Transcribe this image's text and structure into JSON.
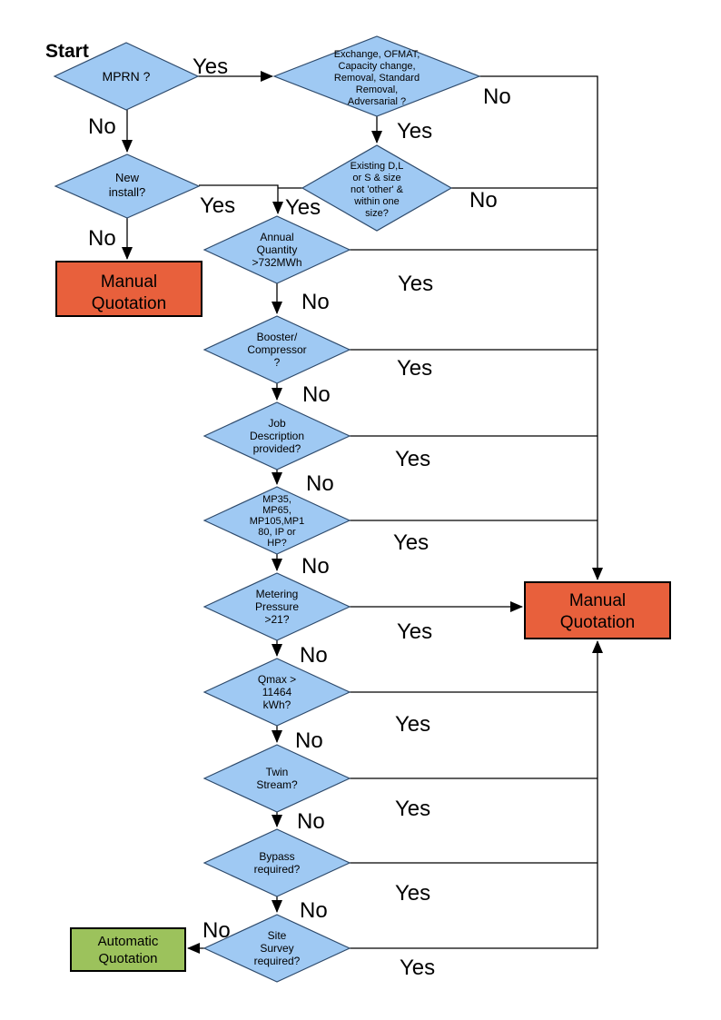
{
  "start_label": "Start",
  "colors": {
    "decision_fill": "#9FC9F3",
    "decision_border": "#2E4A6B",
    "manual_quotation_fill": "#E8603C",
    "automatic_quotation_fill": "#9CC25C",
    "line": "#000000",
    "text": "#000000"
  },
  "decisions": {
    "mprn": {
      "lines": [
        "MPRN ?"
      ]
    },
    "exchange": {
      "lines": [
        "Exchange, OFMAT,",
        "Capacity change,",
        "Removal, Standard",
        "Removal,",
        "Adversarial ?"
      ]
    },
    "new_install": {
      "lines": [
        "New",
        "install?"
      ]
    },
    "existing": {
      "lines": [
        "Existing D,L",
        "or S & size",
        "not 'other' &",
        "within one",
        "size?"
      ]
    },
    "annual": {
      "lines": [
        "Annual",
        "Quantity",
        ">732MWh"
      ]
    },
    "booster": {
      "lines": [
        "Booster/",
        "Compressor",
        "?"
      ]
    },
    "job": {
      "lines": [
        "Job",
        "Description",
        "provided?"
      ]
    },
    "meter_type": {
      "lines": [
        "MP35,",
        "MP65,",
        "MP105,MP1",
        "80, IP or",
        "HP?"
      ]
    },
    "metering": {
      "lines": [
        "Metering",
        "Pressure",
        ">21?"
      ]
    },
    "qmax": {
      "lines": [
        "Qmax >",
        "11464",
        "kWh?"
      ]
    },
    "twin": {
      "lines": [
        "Twin",
        "Stream?"
      ]
    },
    "bypass": {
      "lines": [
        "Bypass",
        "required?"
      ]
    },
    "site": {
      "lines": [
        "Site",
        "Survey",
        "required?"
      ]
    }
  },
  "terminals": {
    "manual_left": {
      "lines": [
        "Manual",
        "Quotation"
      ]
    },
    "manual_right": {
      "lines": [
        "Manual",
        "Quotation"
      ]
    },
    "automatic": {
      "lines": [
        "Automatic",
        "Quotation"
      ]
    }
  },
  "edge_labels": {
    "mprn_yes": "Yes",
    "mprn_no": "No",
    "exchange_no": "No",
    "exchange_yes": "Yes",
    "new_install_yes": "Yes",
    "new_install_no": "No",
    "existing_no": "No",
    "existing_yes": "Yes",
    "annual_no": "No",
    "annual_yes": "Yes",
    "booster_no": "No",
    "booster_yes": "Yes",
    "job_no": "No",
    "job_yes": "Yes",
    "meter_type_no": "No",
    "meter_type_yes": "Yes",
    "metering_no": "No",
    "metering_yes": "Yes",
    "qmax_no": "No",
    "qmax_yes": "Yes",
    "twin_no": "No",
    "twin_yes": "Yes",
    "bypass_no": "No",
    "bypass_yes": "Yes",
    "site_no": "No",
    "site_yes": "Yes"
  }
}
